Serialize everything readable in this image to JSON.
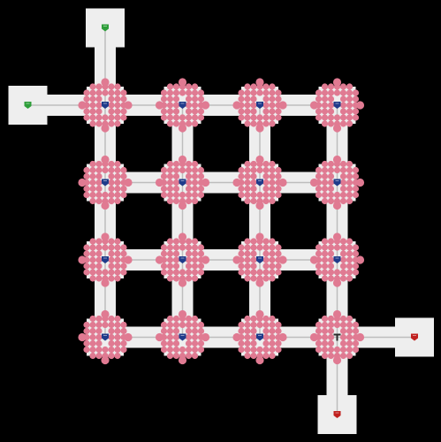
{
  "game": {
    "kind": "grid-world",
    "rows": 4,
    "cols": 4,
    "colors": {
      "background": "#000000",
      "floor": "#eeeeee",
      "road_line": "#bdbdbd",
      "pellet": "#e07a92",
      "agent_blue": "#1f3b8a",
      "agent_green": "#2e9e3a",
      "agent_red": "#c0201e",
      "agent_dark": "#2a2a2a"
    },
    "nodes": [
      {
        "r": 0,
        "c": 0,
        "agent": "blue"
      },
      {
        "r": 0,
        "c": 1,
        "agent": "blue"
      },
      {
        "r": 0,
        "c": 2,
        "agent": "blue"
      },
      {
        "r": 0,
        "c": 3,
        "agent": "blue"
      },
      {
        "r": 1,
        "c": 0,
        "agent": "blue"
      },
      {
        "r": 1,
        "c": 1,
        "agent": "blue"
      },
      {
        "r": 1,
        "c": 2,
        "agent": "blue"
      },
      {
        "r": 1,
        "c": 3,
        "agent": "blue"
      },
      {
        "r": 2,
        "c": 0,
        "agent": "blue"
      },
      {
        "r": 2,
        "c": 1,
        "agent": "blue"
      },
      {
        "r": 2,
        "c": 2,
        "agent": "blue"
      },
      {
        "r": 2,
        "c": 3,
        "agent": "blue"
      },
      {
        "r": 3,
        "c": 0,
        "agent": "blue"
      },
      {
        "r": 3,
        "c": 1,
        "agent": "blue"
      },
      {
        "r": 3,
        "c": 2,
        "agent": "blue"
      },
      {
        "r": 3,
        "c": 3,
        "agent": "dark"
      }
    ],
    "terminals": [
      {
        "id": "top",
        "attach": [
          0,
          0
        ],
        "dir": "up",
        "agent": "green"
      },
      {
        "id": "left",
        "attach": [
          0,
          0
        ],
        "dir": "left",
        "agent": "green"
      },
      {
        "id": "right",
        "attach": [
          3,
          3
        ],
        "dir": "right",
        "agent": "red"
      },
      {
        "id": "bottom",
        "attach": [
          3,
          3
        ],
        "dir": "down",
        "agent": "red"
      }
    ]
  }
}
